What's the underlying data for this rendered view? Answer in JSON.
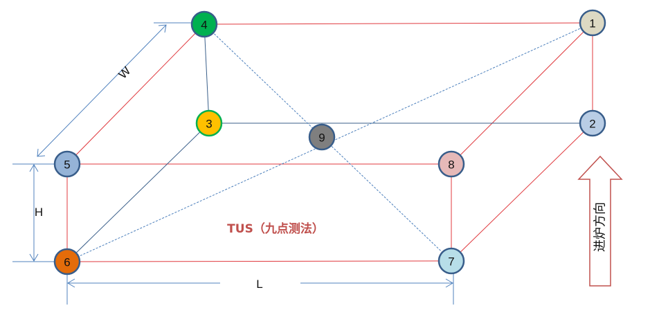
{
  "diagram": {
    "caption": "TUS（九点测法）",
    "direction_label": "进炉方向",
    "dimensions": {
      "width_label": "W",
      "height_label": "H",
      "length_label": "L"
    },
    "nodes": [
      {
        "id": "1",
        "label": "1",
        "color": "#ddd9c3"
      },
      {
        "id": "2",
        "label": "2",
        "color": "#b9cde5"
      },
      {
        "id": "3",
        "label": "3",
        "color": "#ffc000"
      },
      {
        "id": "4",
        "label": "4",
        "color": "#00b050"
      },
      {
        "id": "5",
        "label": "5",
        "color": "#95b3d7"
      },
      {
        "id": "6",
        "label": "6",
        "color": "#e46c0a"
      },
      {
        "id": "7",
        "label": "7",
        "color": "#b7dee8"
      },
      {
        "id": "8",
        "label": "8",
        "color": "#e6b9b8"
      },
      {
        "id": "9",
        "label": "9",
        "color": "#7f7f7f"
      }
    ],
    "edges": [
      {
        "from": "4",
        "to": "1",
        "style": "red"
      },
      {
        "from": "1",
        "to": "2",
        "style": "red"
      },
      {
        "from": "1",
        "to": "8",
        "style": "red"
      },
      {
        "from": "4",
        "to": "5",
        "style": "red"
      },
      {
        "from": "5",
        "to": "8",
        "style": "red"
      },
      {
        "from": "5",
        "to": "6",
        "style": "red"
      },
      {
        "from": "6",
        "to": "7",
        "style": "red"
      },
      {
        "from": "8",
        "to": "7",
        "style": "red"
      },
      {
        "from": "2",
        "to": "7",
        "style": "red"
      },
      {
        "from": "4",
        "to": "3",
        "style": "blue"
      },
      {
        "from": "3",
        "to": "2",
        "style": "blue"
      },
      {
        "from": "3",
        "to": "6",
        "style": "blue"
      },
      {
        "from": "4",
        "to": "7",
        "style": "dotted"
      },
      {
        "from": "1",
        "to": "6",
        "style": "dotted"
      }
    ],
    "colors": {
      "red_line": "#e0393e",
      "blue_line": "#3a5f8a",
      "dotted_line": "#4a7ebb",
      "dim_line": "#4f81bd",
      "arrow_outline": "#c0504d"
    }
  }
}
